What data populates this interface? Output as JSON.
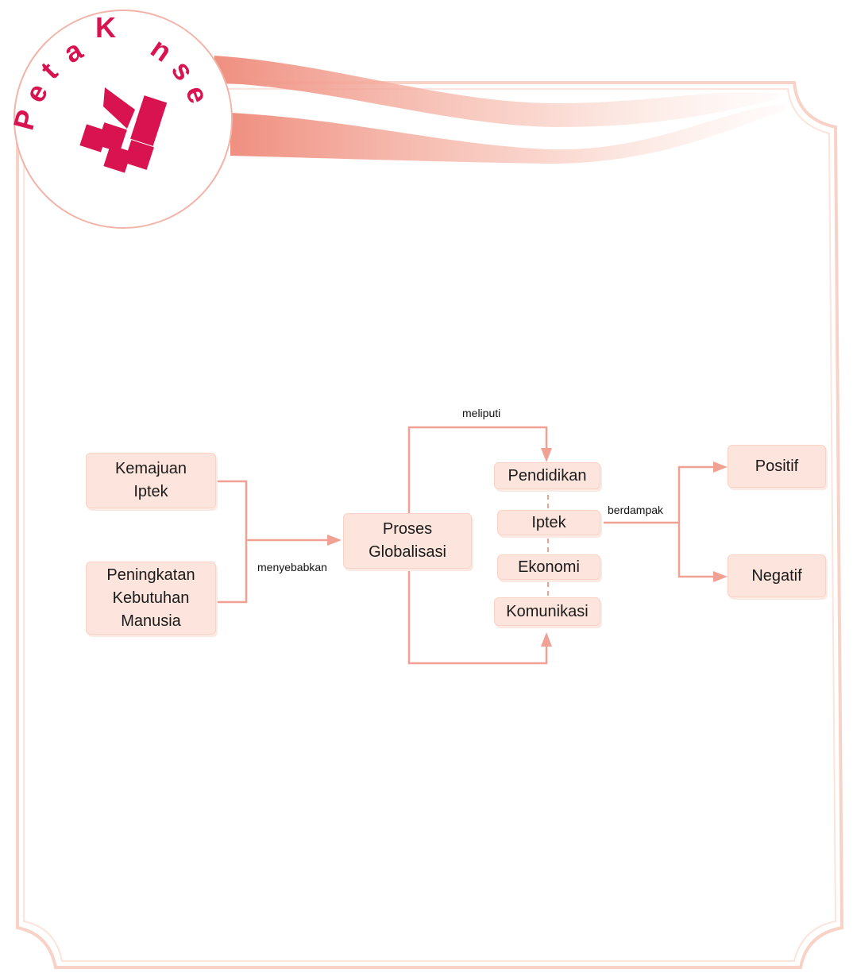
{
  "logo": {
    "letters": [
      "P",
      "e",
      "t",
      "a",
      "K",
      "n",
      "s",
      "e"
    ]
  },
  "colors": {
    "box_fill": "#fde4dc",
    "connector": "#f0a194",
    "frame": "#f8d2c6",
    "logo_red": "#d9134f"
  },
  "nodes": {
    "kemajuan_iptek": "Kemajuan\nIptek",
    "peningkatan": "Peningkatan\nKebutuhan\nManusia",
    "proses": "Proses\nGlobalisasi",
    "pendidikan": "Pendidikan",
    "iptek": "Iptek",
    "ekonomi": "Ekonomi",
    "komunikasi": "Komunikasi",
    "positif": "Positif",
    "negatif": "Negatif"
  },
  "edges": {
    "menyebabkan": "menyebabkan",
    "meliputi": "meliputi",
    "berdampak": "berdampak"
  }
}
